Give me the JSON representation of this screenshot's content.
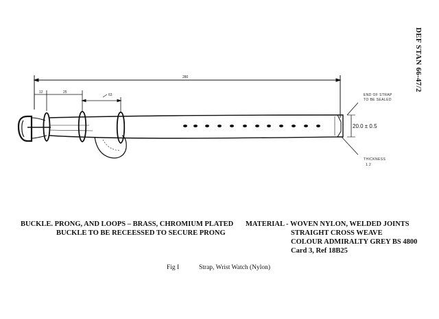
{
  "document_ref": "DEF STAN 66-47/2",
  "drawing": {
    "overall_length": "280",
    "dim_12": "12",
    "dim_25": "25",
    "dim_63": "63",
    "strap_width": "20.0 ± 0.5",
    "end_note_line1": "END OF STRAP",
    "end_note_line2": "TO BE SEALED",
    "thickness_label": "THICKNESS",
    "thickness_value": "1.2"
  },
  "notes": {
    "left_line1": "BUCKLE. PRONG, AND LOOPS  –  BRASS, CHROMIUM PLATED",
    "left_line2": "BUCKLE TO BE RECEESSED TO SECURE PRONG",
    "material_line1": "MATERIAL - WOVEN NYLON, WELDED JOINTS",
    "material_line2": "STRAIGHT CROSS WEAVE",
    "material_line3": "COLOUR ADMIRALTY GREY BS 4800",
    "material_line4": "Card 3, Ref  18B25"
  },
  "figure": {
    "number": "Fig I",
    "caption": "Strap, Wrist Watch (Nylon)"
  }
}
